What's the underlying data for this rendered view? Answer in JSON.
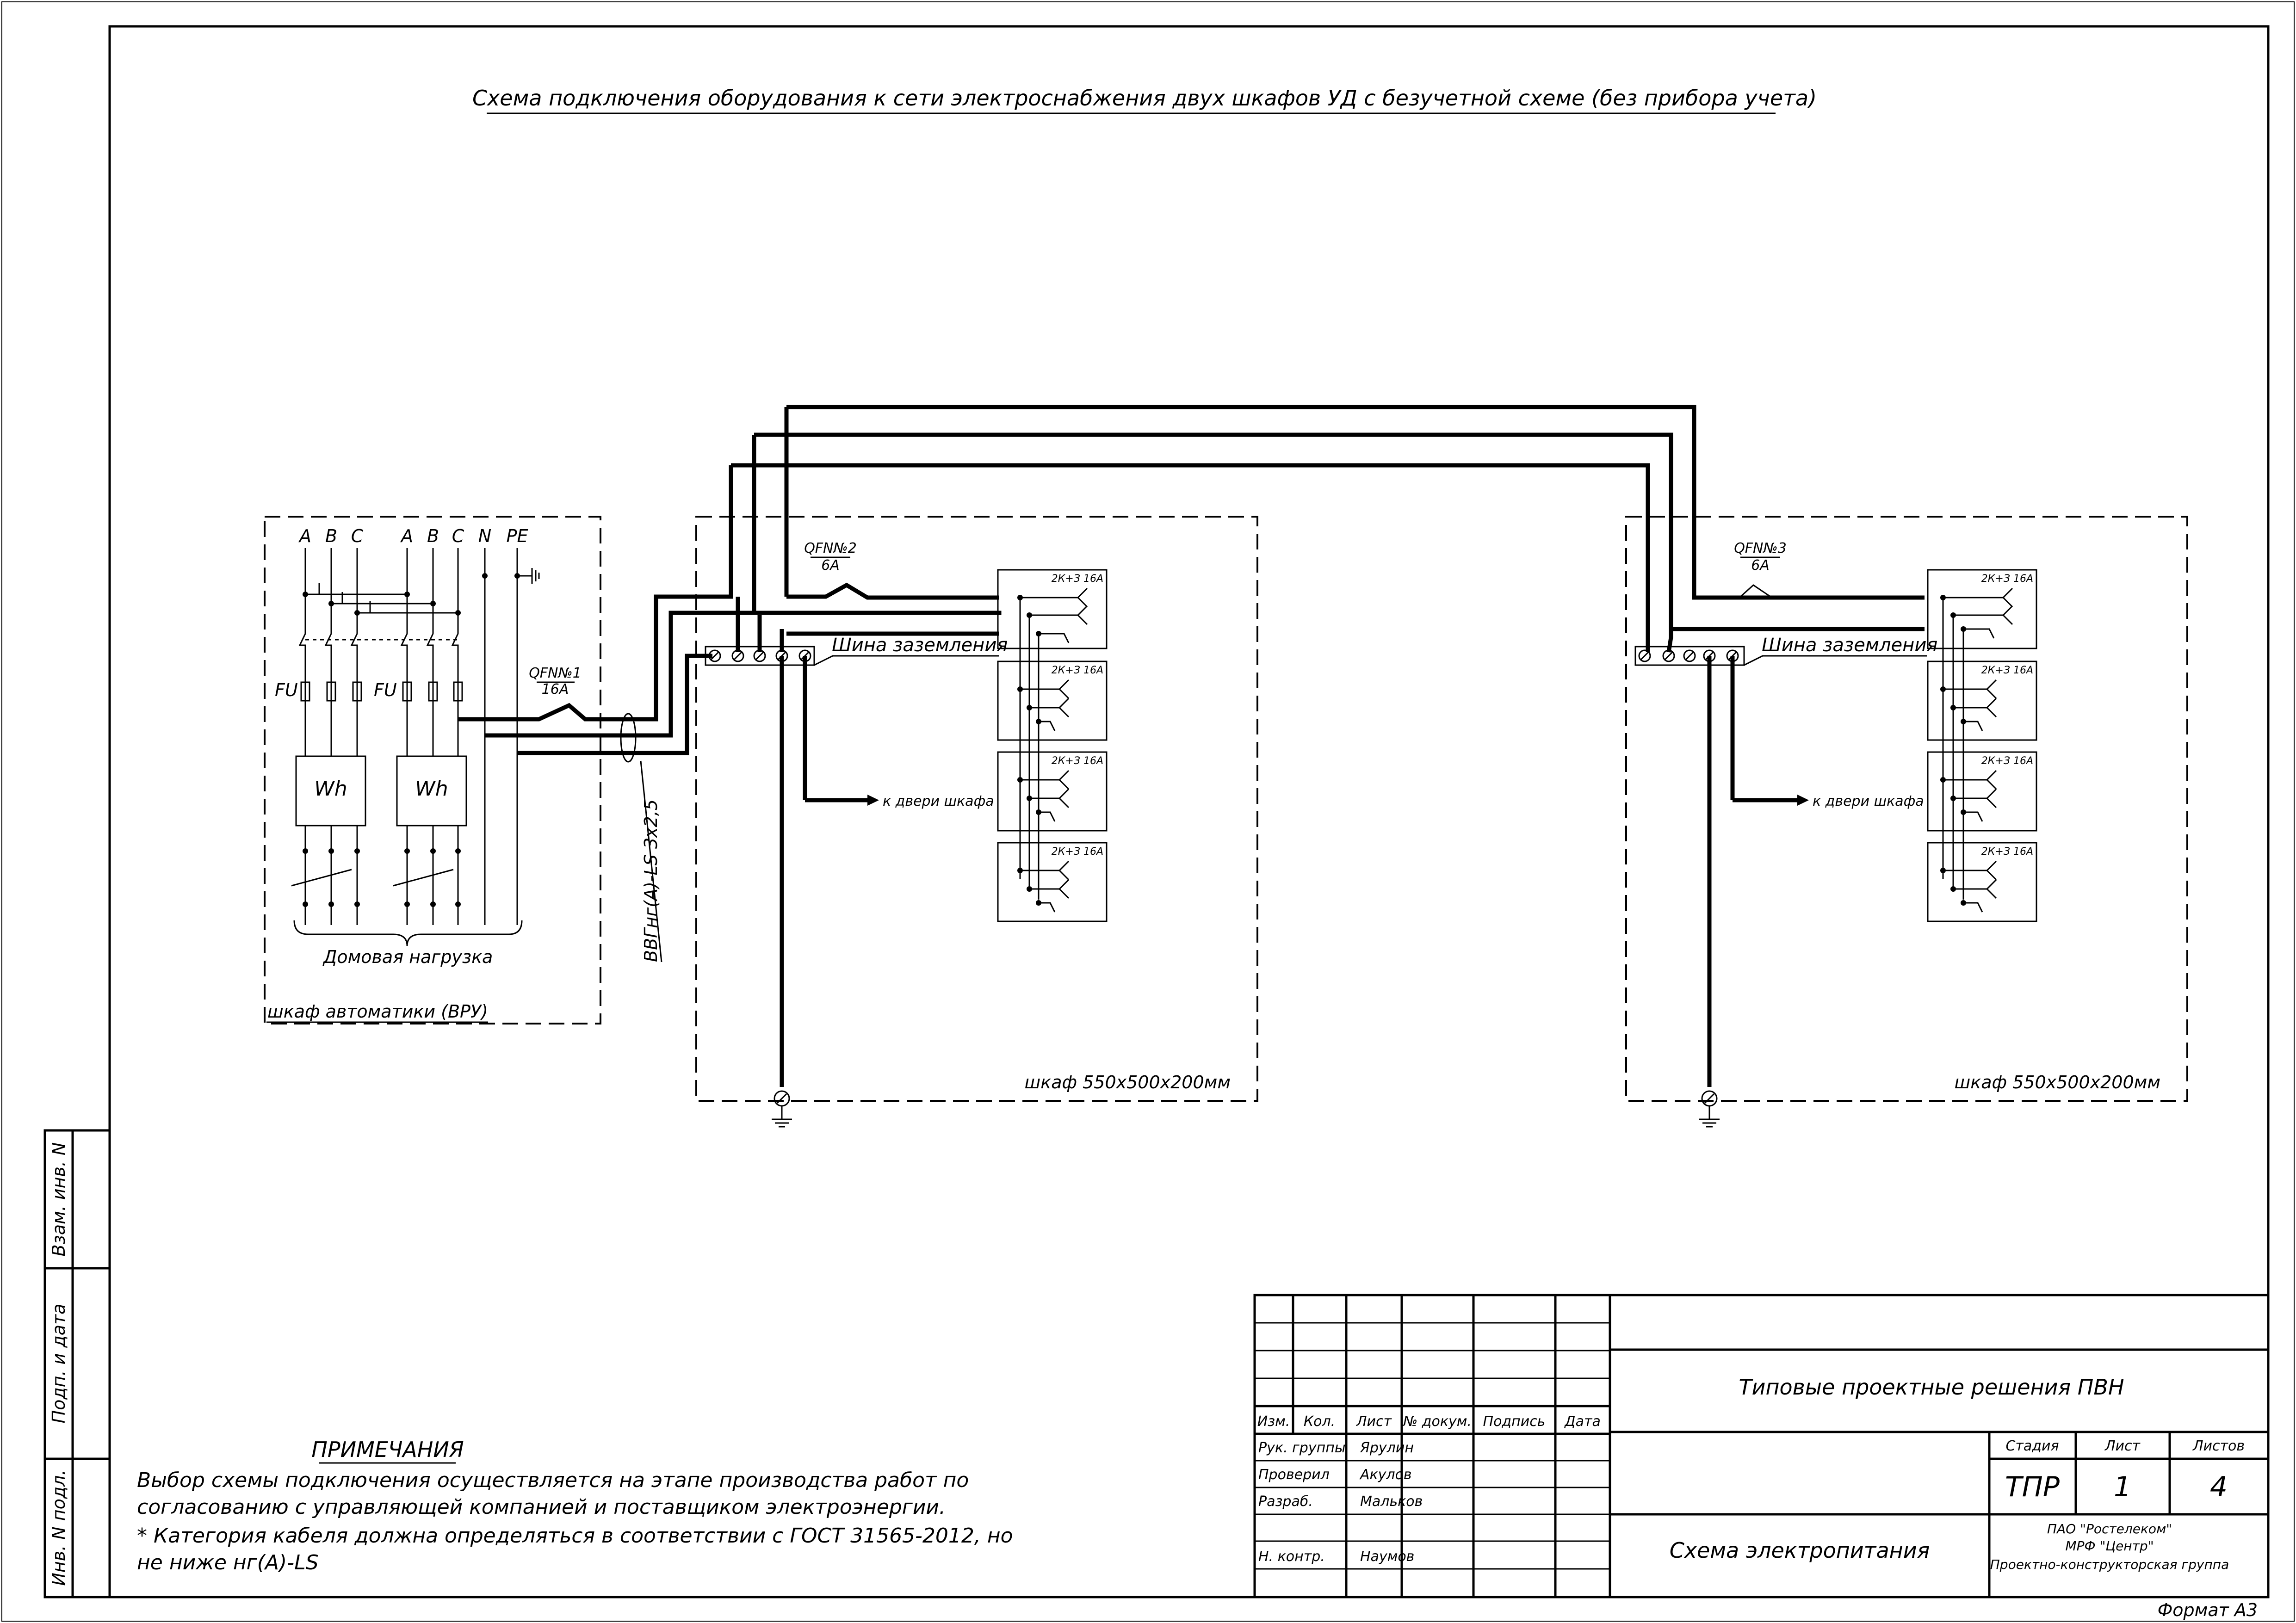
{
  "title": "Схема подключения оборудования к сети электроснабжения двух шкафов УД с безучетной схеме (без прибора учета)",
  "vru": {
    "phases_left": [
      "A",
      "B",
      "C"
    ],
    "phases_right": [
      "A",
      "B",
      "C",
      "N",
      "PE"
    ],
    "fuse_label_1": "FU",
    "fuse_label_2": "FU",
    "meter_1": "Wh",
    "meter_2": "Wh",
    "breaker_name": "QFN№1",
    "breaker_rating": "16A",
    "load_label": "Домовая нагрузка",
    "cabinet_label": "шкаф автоматики (ВРУ)"
  },
  "cable_label": "ВВГнг(А)-LS 3х2,5",
  "cabinet_1": {
    "breaker_name": "QFN№2",
    "breaker_rating": "6A",
    "bus_label": "Шина заземления",
    "socket_labels": [
      "2К+З 16А",
      "2К+З 16А",
      "2К+З 16А",
      "2К+З 16А"
    ],
    "door_label": "к двери шкафа",
    "size_label": "шкаф 550х500х200мм"
  },
  "cabinet_2": {
    "breaker_name": "QFN№3",
    "breaker_rating": "6A",
    "bus_label": "Шина заземления",
    "socket_labels": [
      "2К+З 16А",
      "2К+З 16А",
      "2К+З 16А",
      "2К+З 16А"
    ],
    "door_label": "к двери шкафа",
    "size_label": "шкаф 550х500х200мм"
  },
  "side_stamps": [
    "Взам. инв. N",
    "Подп. и дата",
    "Инв. N подл."
  ],
  "notes": {
    "heading": "ПРИМЕЧАНИЯ",
    "lines": [
      "Выбор схемы подключения осуществляется на этапе производства работ по",
      "согласованию с управляющей компанией и поставщиком электроэнергии.",
      "* Категория кабеля должна определяться в соответствии с ГОСТ 31565-2012, но",
      "не ниже нг(А)-LS"
    ]
  },
  "title_block": {
    "headers": [
      "Изм.",
      "Кол.",
      "Лист",
      "№ докум.",
      "Подпись",
      "Дата"
    ],
    "roles": [
      "Рук. группы",
      "Проверил",
      "Разраб.",
      "",
      "Н. контр."
    ],
    "names": [
      "Ярулин",
      "Акулов",
      "Мальков",
      "",
      "Наумов"
    ],
    "project": "Типовые проектные решения ПВН",
    "stage_header": "Стадия",
    "sheet_header": "Лист",
    "sheets_header": "Листов",
    "stage": "ТПР",
    "sheet": "1",
    "sheets": "4",
    "drawing_name": "Схема электропитания",
    "org_line1": "ПАО \"Ростелеком\"",
    "org_line2": "МРФ \"Центр\"",
    "org_line3": "Проектно-конструкторская группа"
  },
  "format": "Формат А3"
}
